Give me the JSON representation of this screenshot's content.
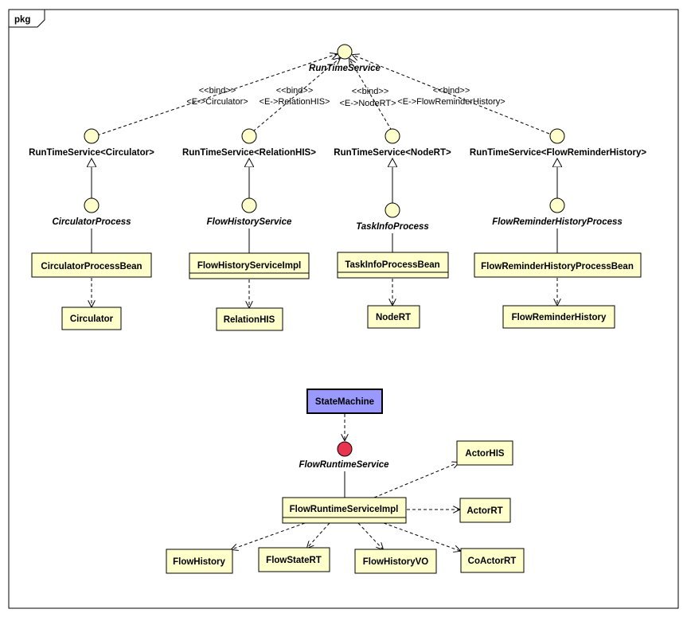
{
  "frame": {
    "label": "pkg"
  },
  "colors": {
    "class_fill": "#ffffcc",
    "statemachine_fill": "#9999ff",
    "required_iface_fill": "#e8344e"
  },
  "top": {
    "root_interface": "RunTimeService",
    "bindings": [
      {
        "stereotype": "<<bind>>",
        "param": "<E->Circulator>"
      },
      {
        "stereotype": "<<bind>>",
        "param": "<E->RelationHIS>"
      },
      {
        "stereotype": "<<bind>>",
        "param": "<E->NodeRT>"
      },
      {
        "stereotype": "<<bind>>",
        "param": "<E->FlowReminderHistory>"
      }
    ],
    "columns": [
      {
        "bound_interface": "RunTimeService<Circulator>",
        "sub_interface": "CirculatorProcess",
        "impl": "CirculatorProcessBean",
        "entity": "Circulator"
      },
      {
        "bound_interface": "RunTimeService<RelationHIS>",
        "sub_interface": "FlowHistoryService",
        "impl": "FlowHistoryServiceImpl",
        "entity": "RelationHIS"
      },
      {
        "bound_interface": "RunTimeService<NodeRT>",
        "sub_interface": "TaskInfoProcess",
        "impl": "TaskInfoProcessBean",
        "entity": "NodeRT"
      },
      {
        "bound_interface": "RunTimeService<FlowReminderHistory>",
        "sub_interface": "FlowReminderHistoryProcess",
        "impl": "FlowReminderHistoryProcessBean",
        "entity": "FlowReminderHistory"
      }
    ]
  },
  "bottom": {
    "state_machine": "StateMachine",
    "interface": "FlowRuntimeService",
    "impl": "FlowRuntimeServiceImpl",
    "deps": {
      "actor_his": "ActorHIS",
      "actor_rt": "ActorRT",
      "co_actor_rt": "CoActorRT",
      "flow_history": "FlowHistory",
      "flow_state_rt": "FlowStateRT",
      "flow_history_vo": "FlowHistoryVO"
    }
  }
}
